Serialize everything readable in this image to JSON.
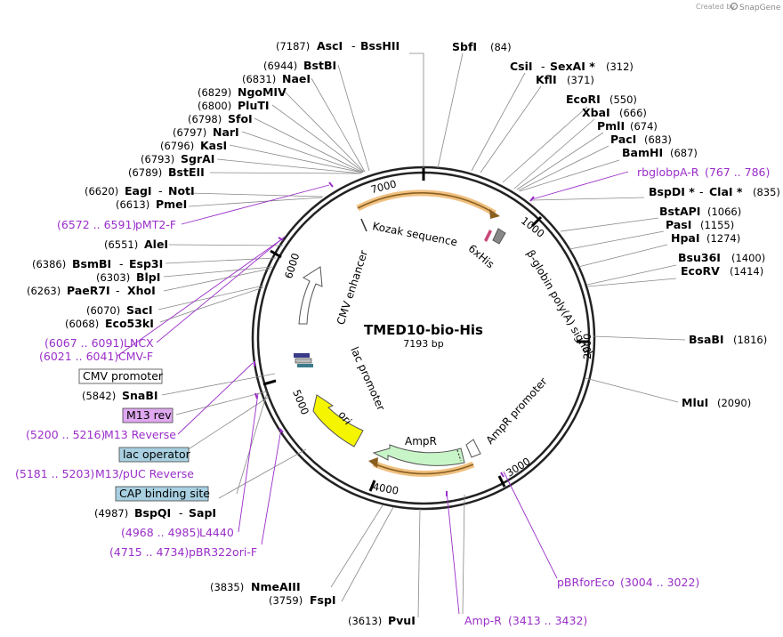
{
  "credit": {
    "created_by": "Created by",
    "brand": "SnapGene"
  },
  "plasmid": {
    "name": "TMED10-bio-His",
    "size": "7193 bp"
  },
  "ticks": [
    "1000",
    "2000",
    "3000",
    "4000",
    "5000",
    "6000",
    "7000"
  ],
  "features": {
    "kozak": "Kozak sequence",
    "his": "6xHis",
    "globin": "β-globin poly(A) signal",
    "cmv_enh": "CMV enhancer",
    "lac_prom": "lac promoter",
    "ori": "ori",
    "ampr": "AmpR",
    "ampr_prom": "AmpR promoter"
  },
  "enzymes": {
    "ascI": {
      "pos": "(7187)",
      "name": "AscI",
      "sep": "-",
      "name2": "BssHII"
    },
    "sbfI": {
      "name": "SbfI",
      "pos": "(84)"
    },
    "cslI": {
      "name": "CsiI",
      "sep": "-",
      "name2": "SexAI *",
      "pos": "(312)"
    },
    "kflI": {
      "name": "KflI",
      "pos": "(371)"
    },
    "ecoRI": {
      "name": "EcoRI",
      "pos": "(550)"
    },
    "xbaI": {
      "name": "XbaI",
      "pos": "(666)"
    },
    "pmlI": {
      "name": "PmlI",
      "pos": "(674)"
    },
    "pacI": {
      "name": "PacI",
      "pos": "(683)"
    },
    "bamHI": {
      "name": "BamHI",
      "pos": "(687)"
    },
    "rbglobpa": {
      "name": "rbglobpA-R",
      "pos": "(767 .. 786)"
    },
    "bspDI": {
      "name": "BspDI *",
      "sep": "-",
      "name2": "ClaI *",
      "pos": "(835)"
    },
    "bstAPI": {
      "name": "BstAPI",
      "pos": "(1066)"
    },
    "pasI": {
      "name": "PasI",
      "pos": "(1155)"
    },
    "hpaI": {
      "name": "HpaI",
      "pos": "(1274)"
    },
    "bsu36I": {
      "name": "Bsu36I",
      "pos": "(1400)"
    },
    "ecoRV": {
      "name": "EcoRV",
      "pos": "(1414)"
    },
    "bsaBI": {
      "name": "BsaBI",
      "pos": "(1816)"
    },
    "mluI": {
      "name": "MluI",
      "pos": "(2090)"
    },
    "pbrforeco": {
      "name": "pBRforEco",
      "pos": "(3004 .. 3022)"
    },
    "ampR_primer": {
      "name": "Amp-R",
      "pos": "(3413 .. 3432)"
    },
    "pvuI": {
      "pos": "(3613)",
      "name": "PvuI"
    },
    "fspI": {
      "pos": "(3759)",
      "name": "FspI"
    },
    "nmeAIII": {
      "pos": "(3835)",
      "name": "NmeAIII"
    },
    "pbr322": {
      "pos": "(4715 .. 4734)",
      "name": "pBR322ori-F"
    },
    "l4440": {
      "pos": "(4968 .. 4985)",
      "name": "L4440"
    },
    "bspQI": {
      "pos": "(4987)",
      "name": "BspQI",
      "sep": "-",
      "name2": "SapI"
    },
    "cap": {
      "name": "CAP binding site"
    },
    "m13puc": {
      "pos": "(5181 .. 5203)",
      "name": "M13/pUC Reverse"
    },
    "lacop": {
      "name": "lac operator"
    },
    "m13rev_p": {
      "pos": "(5200 .. 5216)",
      "name": "M13 Reverse"
    },
    "m13rev": {
      "name": "M13 rev"
    },
    "snaBI": {
      "pos": "(5842)",
      "name": "SnaBI"
    },
    "cmvprom": {
      "name": "CMV promoter"
    },
    "cmvf": {
      "pos": "(6021 .. 6041)",
      "name": "CMV-F"
    },
    "lncx": {
      "pos": "(6067 .. 6091)",
      "name": "LNCX"
    },
    "eco53kI": {
      "pos": "(6068)",
      "name": "Eco53kI"
    },
    "sacI": {
      "pos": "(6070)",
      "name": "SacI"
    },
    "paeR7I": {
      "pos": "(6263)",
      "name": "PaeR7I",
      "sep": "-",
      "name2": "XhoI"
    },
    "blpI": {
      "pos": "(6303)",
      "name": "BlpI"
    },
    "bsmBI": {
      "pos": "(6386)",
      "name": "BsmBI",
      "sep": "-",
      "name2": "Esp3I"
    },
    "aleI": {
      "pos": "(6551)",
      "name": "AleI"
    },
    "pmt2f": {
      "pos": "(6572 .. 6591)",
      "name": "pMT2-F"
    },
    "pmeI": {
      "pos": "(6613)",
      "name": "PmeI"
    },
    "eagI": {
      "pos": "(6620)",
      "name": "EagI",
      "sep": "-",
      "name2": "NotI"
    },
    "bstEII": {
      "pos": "(6789)",
      "name": "BstEII"
    },
    "sgrAI": {
      "pos": "(6793)",
      "name": "SgrAI"
    },
    "kasI": {
      "pos": "(6796)",
      "name": "KasI"
    },
    "narI": {
      "pos": "(6797)",
      "name": "NarI"
    },
    "sfoI": {
      "pos": "(6798)",
      "name": "SfoI"
    },
    "pluTI": {
      "pos": "(6800)",
      "name": "PluTI"
    },
    "ngoMIV": {
      "pos": "(6829)",
      "name": "NgoMIV"
    },
    "naeI": {
      "pos": "(6831)",
      "name": "NaeI"
    },
    "bstBI": {
      "pos": "(6944)",
      "name": "BstBI"
    }
  },
  "colors": {
    "primer": "#9a2ec8",
    "ampr_fill": "#c8f5c8",
    "ori_fill": "#f5f500",
    "orf_outline": "#f0c080",
    "box_lac": "#a8d0e0",
    "box_m13": "#e0a8f0"
  }
}
